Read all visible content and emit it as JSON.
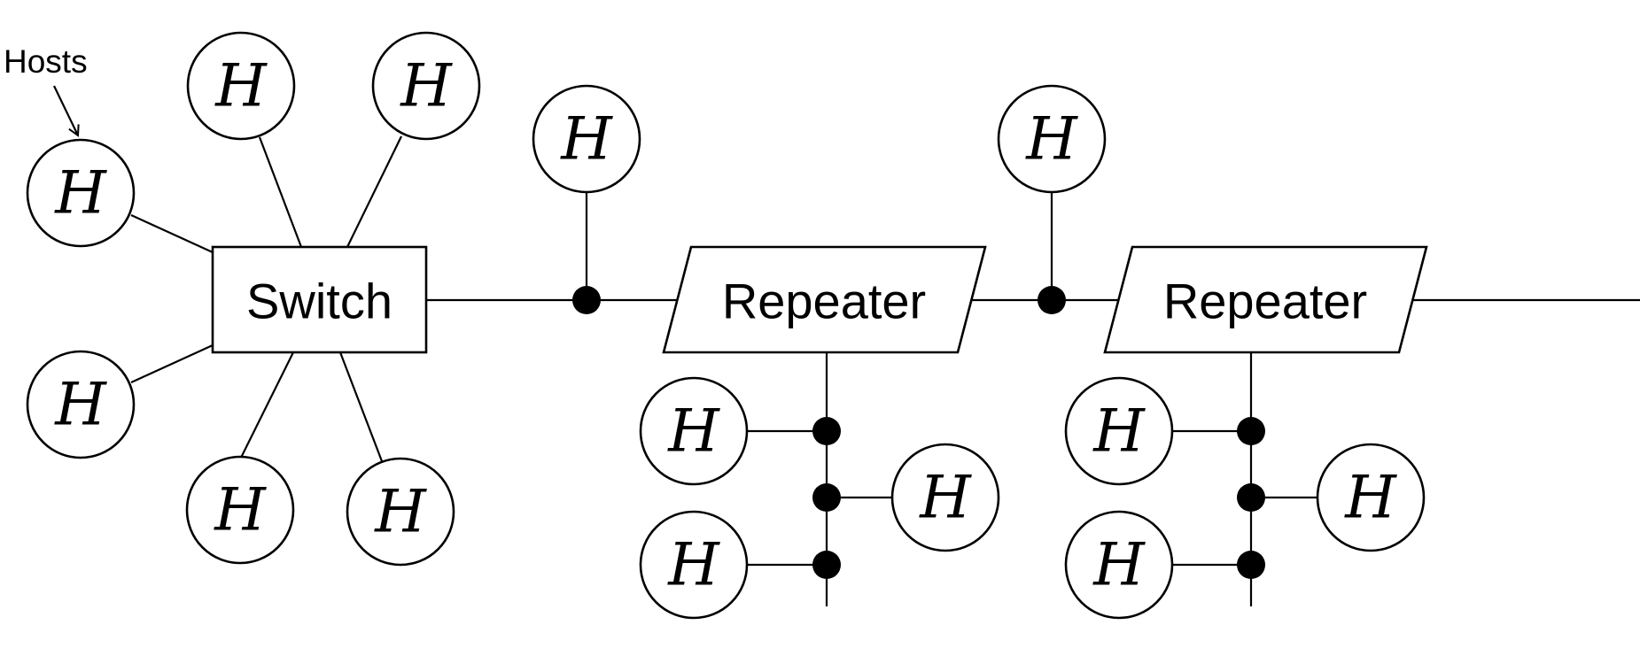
{
  "annotation": {
    "label": "Hosts"
  },
  "switch": {
    "label": "Switch"
  },
  "repeaters": [
    {
      "label": "Repeater"
    },
    {
      "label": "Repeater"
    }
  ],
  "host_label": "H"
}
